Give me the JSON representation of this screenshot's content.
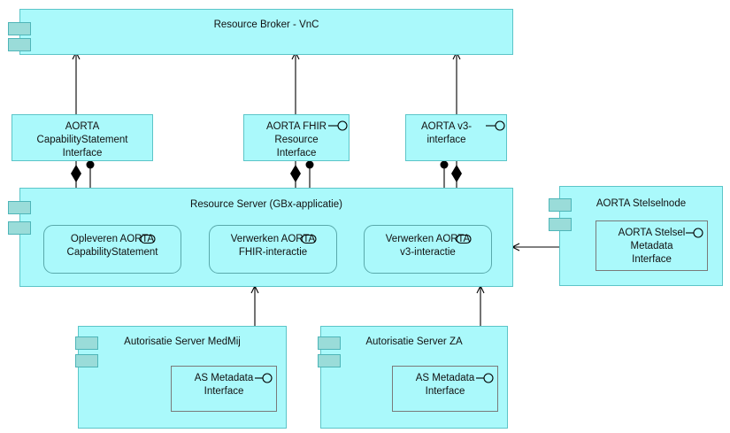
{
  "diagram": {
    "title": "AORTA Resource Broker component diagram",
    "colors": {
      "fill": "#aaf9fb",
      "border": "#5cc5c8",
      "tab_fill": "#9adcd9",
      "tab_border": "#4fb5b8",
      "line": "#000000",
      "text": "#111111"
    }
  },
  "components": {
    "resource_broker": {
      "label": "Resource Broker - VnC"
    },
    "resource_server": {
      "label": "Resource Server (GBx-applicatie)"
    },
    "stelselnode": {
      "label": "AORTA Stelselnode"
    },
    "as_medmij": {
      "label": "Autorisatie Server MedMij"
    },
    "as_za": {
      "label": "Autorisatie Server ZA"
    }
  },
  "interfaces": {
    "capability": {
      "label": "AORTA\nCapabilityStatement\nInterface"
    },
    "fhir": {
      "label": "AORTA FHIR\nResource\nInterface"
    },
    "v3": {
      "label": "AORTA v3-\ninterface"
    },
    "stelsel_md": {
      "label": "AORTA Stelsel\nMetadata\nInterface"
    },
    "as_md_medmij": {
      "label": "AS Metadata\nInterface"
    },
    "as_md_za": {
      "label": "AS Metadata\nInterface"
    }
  },
  "functions": {
    "opleveren_cap": {
      "label": "Opleveren AORTA\nCapabilityStatement"
    },
    "verwerken_fhir": {
      "label": "Verwerken AORTA\nFHIR-interactie"
    },
    "verwerken_v3": {
      "label": "Verwerken AORTA\nv3-interactie"
    }
  },
  "icons": {
    "provided_interface": "lollipop-socket-icon",
    "function": "rounded-rect-function-icon",
    "composition": "filled-diamond-icon",
    "assembly_ball": "filled-ball-icon",
    "usage_arrow": "open-arrowhead-icon"
  }
}
